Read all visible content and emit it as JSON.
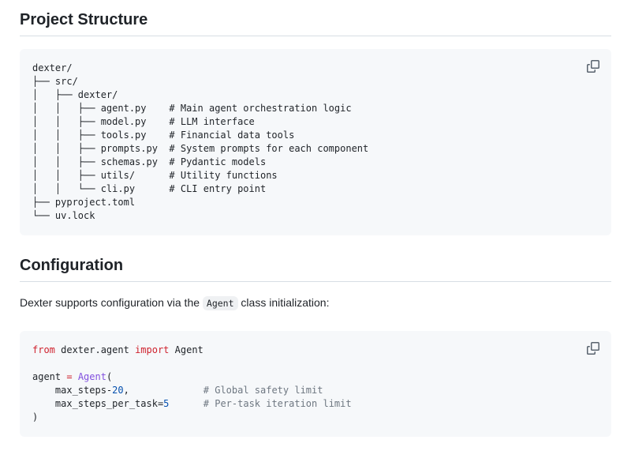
{
  "headings": {
    "project_structure": "Project Structure",
    "configuration": "Configuration"
  },
  "project_structure_block": {
    "copy_icon": "copy-icon",
    "lines": [
      "dexter/",
      "├── src/",
      "│   ├── dexter/",
      "│   │   ├── agent.py    # Main agent orchestration logic",
      "│   │   ├── model.py    # LLM interface",
      "│   │   ├── tools.py    # Financial data tools",
      "│   │   ├── prompts.py  # System prompts for each component",
      "│   │   ├── schemas.py  # Pydantic models",
      "│   │   ├── utils/      # Utility functions",
      "│   │   └── cli.py      # CLI entry point",
      "├── pyproject.toml",
      "└── uv.lock"
    ]
  },
  "config_paragraph": {
    "before_code": "Dexter supports configuration via the ",
    "inline_code": "Agent",
    "after_code": " class initialization:"
  },
  "config_code_block": {
    "copy_icon": "copy-icon",
    "lines": [
      [
        {
          "c": "keyword",
          "t": "from"
        },
        {
          "c": "default",
          "t": " dexter.agent "
        },
        {
          "c": "keyword",
          "t": "import"
        },
        {
          "c": "default",
          "t": " Agent"
        }
      ],
      [],
      [
        {
          "c": "default",
          "t": "agent "
        },
        {
          "c": "keyword",
          "t": "="
        },
        {
          "c": "default",
          "t": " "
        },
        {
          "c": "entity",
          "t": "Agent"
        },
        {
          "c": "default",
          "t": "("
        }
      ],
      [
        {
          "c": "default",
          "t": "    max_steps-"
        },
        {
          "c": "number",
          "t": "20"
        },
        {
          "c": "default",
          "t": ",             "
        },
        {
          "c": "comment",
          "t": "# Global safety limit"
        }
      ],
      [
        {
          "c": "default",
          "t": "    max_steps_per_task="
        },
        {
          "c": "number",
          "t": "5"
        },
        {
          "c": "default",
          "t": "      "
        },
        {
          "c": "comment",
          "t": "# Per-task iteration limit"
        }
      ],
      [
        {
          "c": "default",
          "t": ")"
        }
      ]
    ]
  },
  "colors": {
    "keyword": "#cf222e",
    "entity": "#8250df",
    "number": "#0550ae",
    "comment": "#6e7781",
    "default": "#1f2328",
    "code_block_bg": "#f6f8fa",
    "heading_border": "#d8dee4",
    "copy_icon": "#59636e"
  }
}
